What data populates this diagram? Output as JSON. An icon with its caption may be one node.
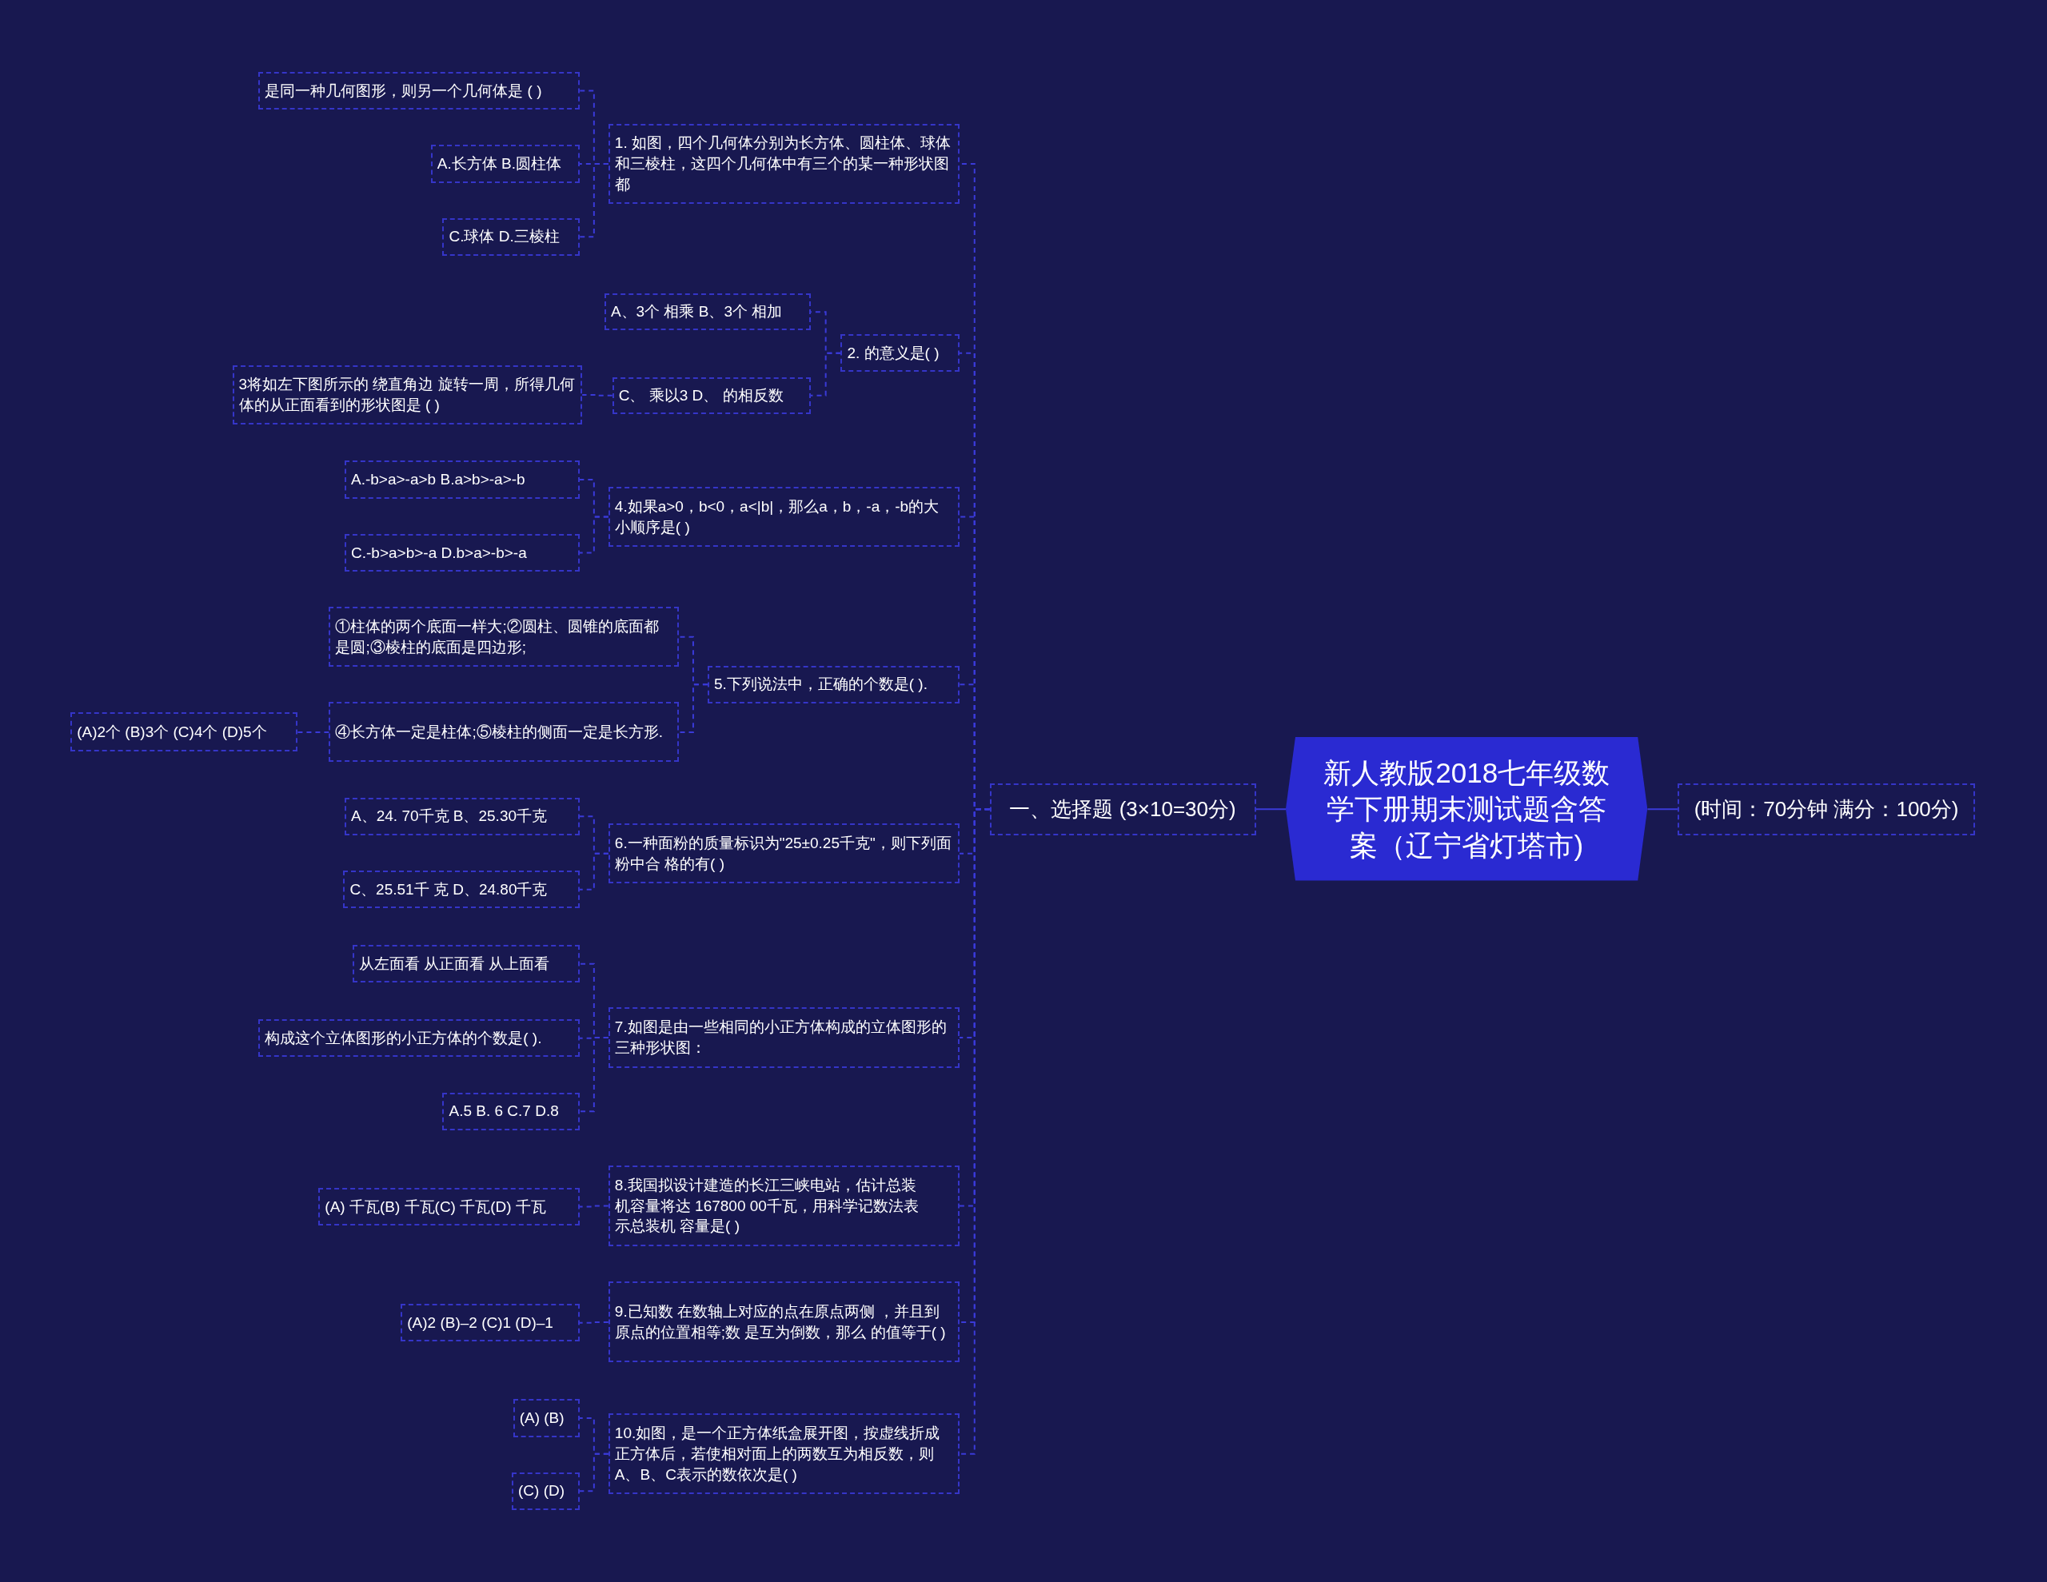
{
  "diagram": {
    "nodes": [
      {
        "text": [
          "新人教版2018七年级数学下册期末测试题含答案（辽宁省灯塔市)"
        ]
      },
      {
        "text": [
          "一、选择题 (3×10=30分)"
        ]
      },
      {
        "text": [
          "(时间：70分钟 满分：100分)"
        ]
      },
      {
        "text": [
          "1. 如图，四个几何体分别为长方体、圆柱体、球体和三棱柱，这四个几何体中有三个的某一种形状图都"
        ]
      },
      {
        "text": [
          "是同一种几何图形，则另一个几何体是 ( )"
        ]
      },
      {
        "text": [
          "A.长方体 B.圆柱体"
        ]
      },
      {
        "text": [
          "C.球体 D.三棱柱"
        ]
      },
      {
        "text": [
          "2. 的意义是( )"
        ]
      },
      {
        "text": [
          "A、3个 相乘 B、3个 相加"
        ]
      },
      {
        "text": [
          "C、 乘以3 D、 的相反数"
        ]
      },
      {
        "text": [
          "3将如左下图所示的 绕直角边 旋转一周，所得几何体的从正面看到的形状图是 ( )"
        ]
      },
      {
        "text": [
          "4.如果a>0，b<0，a<|b|，那么a，b，-a，-b的大小顺序是( )"
        ]
      },
      {
        "text": [
          "A.-b>a>-a>b B.a>b>-a>-b"
        ]
      },
      {
        "text": [
          "C.-b>a>b>-a D.b>a>-b>-a"
        ]
      },
      {
        "text": [
          "5.下列说法中，正确的个数是( )."
        ]
      },
      {
        "text": [
          "①柱体的两个底面一样大;②圆柱、圆锥的底面都是圆;③棱柱的底面是四边形;"
        ]
      },
      {
        "text": [
          "④长方体一定是柱体;⑤棱柱的侧面一定是长方形."
        ]
      },
      {
        "text": [
          "(A)2个 (B)3个 (C)4个 (D)5个"
        ]
      },
      {
        "text": [
          "6.一种面粉的质量标识为\"25±0.25千克\"，则下列面粉中合 格的有( )"
        ]
      },
      {
        "text": [
          "A、24. 70千克 B、25.30千克"
        ]
      },
      {
        "text": [
          "C、25.51千 克 D、24.80千克"
        ]
      },
      {
        "text": [
          "7.如图是由一些相同的小正方体构成的立体图形的三种形状图："
        ]
      },
      {
        "text": [
          "从左面看 从正面看 从上面看"
        ]
      },
      {
        "text": [
          "构成这个立体图形的小正方体的个数是( )."
        ]
      },
      {
        "text": [
          "A.5 B. 6 C.7 D.8"
        ]
      },
      {
        "text": [
          "8.我国拟设计建造的长江三峡电站，估计总装机容量将达 167800 00千瓦，用科学记数法表示总装机 容量是( )"
        ]
      },
      {
        "text": [
          "(A) 千瓦(B) 千瓦(C) 千瓦(D) 千瓦"
        ]
      },
      {
        "text": [
          "9.已知数 在数轴上对应的点在原点两侧 ，并且到原点的位置相等;数 是互为倒数，那么 的值等于( )"
        ]
      },
      {
        "text": [
          "(A)2 (B)–2 (C)1 (D)–1"
        ]
      },
      {
        "text": [
          "10.如图，是一个正方体纸盒展开图，按虚线折成正方体后，若使相对面上的两数互为相反数，则A、B、C表示的数依次是( )"
        ]
      },
      {
        "text": [
          "(A) (B)"
        ]
      },
      {
        "text": [
          "(C) (D)"
        ]
      }
    ],
    "edges": [
      {
        "from": 0,
        "to": 1,
        "arrow": "none"
      },
      {
        "from": 0,
        "to": 2,
        "arrow": "none"
      },
      {
        "from": 1,
        "to": 3,
        "arrow": "none",
        "style": "dashed"
      },
      {
        "from": 3,
        "to": 4,
        "arrow": "none",
        "style": "dashed"
      },
      {
        "from": 3,
        "to": 5,
        "arrow": "none",
        "style": "dashed"
      },
      {
        "from": 3,
        "to": 6,
        "arrow": "none",
        "style": "dashed"
      },
      {
        "from": 1,
        "to": 7,
        "arrow": "none",
        "style": "dashed"
      },
      {
        "from": 7,
        "to": 8,
        "arrow": "none",
        "style": "dashed"
      },
      {
        "from": 7,
        "to": 9,
        "arrow": "none",
        "style": "dashed"
      },
      {
        "from": 9,
        "to": 10,
        "arrow": "none",
        "style": "dashed"
      },
      {
        "from": 1,
        "to": 11,
        "arrow": "none",
        "style": "dashed"
      },
      {
        "from": 11,
        "to": 12,
        "arrow": "none",
        "style": "dashed"
      },
      {
        "from": 11,
        "to": 13,
        "arrow": "none",
        "style": "dashed"
      },
      {
        "from": 1,
        "to": 14,
        "arrow": "none",
        "style": "dashed"
      },
      {
        "from": 14,
        "to": 15,
        "arrow": "none",
        "style": "dashed"
      },
      {
        "from": 14,
        "to": 16,
        "arrow": "none",
        "style": "dashed"
      },
      {
        "from": 16,
        "to": 17,
        "arrow": "none",
        "style": "dashed"
      },
      {
        "from": 1,
        "to": 18,
        "arrow": "none",
        "style": "dashed"
      },
      {
        "from": 18,
        "to": 19,
        "arrow": "none",
        "style": "dashed"
      },
      {
        "from": 18,
        "to": 20,
        "arrow": "none",
        "style": "dashed"
      },
      {
        "from": 1,
        "to": 21,
        "arrow": "none",
        "style": "dashed"
      },
      {
        "from": 21,
        "to": 22,
        "arrow": "none",
        "style": "dashed"
      },
      {
        "from": 21,
        "to": 23,
        "arrow": "none",
        "style": "dashed"
      },
      {
        "from": 21,
        "to": 24,
        "arrow": "none",
        "style": "dashed"
      },
      {
        "from": 1,
        "to": 25,
        "arrow": "none",
        "style": "dashed"
      },
      {
        "from": 25,
        "to": 26,
        "arrow": "none",
        "style": "dashed"
      },
      {
        "from": 1,
        "to": 27,
        "arrow": "none",
        "style": "dashed"
      },
      {
        "from": 27,
        "to": 28,
        "arrow": "none",
        "style": "dashed"
      },
      {
        "from": 1,
        "to": 29,
        "arrow": "none",
        "style": "dashed"
      },
      {
        "from": 29,
        "to": 30,
        "arrow": "none",
        "style": "dashed"
      },
      {
        "from": 29,
        "to": 31,
        "arrow": "none",
        "style": "dashed"
      }
    ]
  }
}
